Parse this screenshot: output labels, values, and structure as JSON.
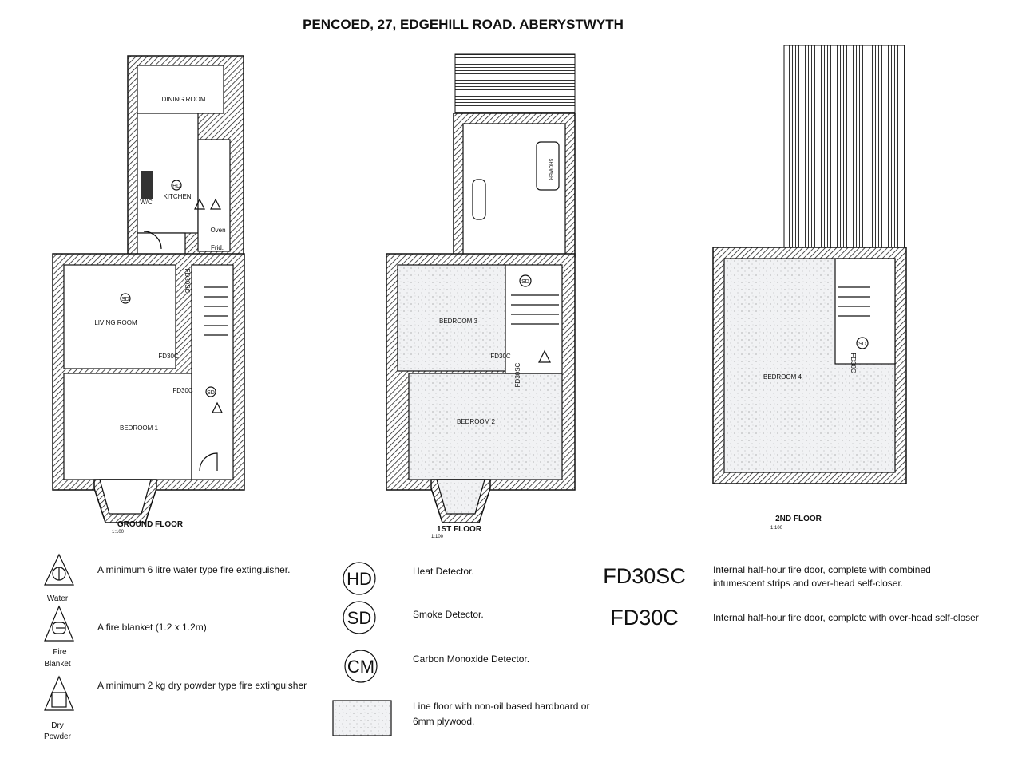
{
  "title": "PENCOED, 27, EDGEHILL ROAD. ABERYSTWYTH",
  "floors": {
    "ground": {
      "label": "GROUND FLOOR",
      "scale": "1:100",
      "rooms": {
        "dining": "DINING ROOM",
        "kitchen": "KITCHEN",
        "wc": "W/C",
        "living": "LIVING ROOM",
        "bedroom1": "BEDROOM 1"
      },
      "fixtures": {
        "oven": "Oven",
        "fridge": "Frid."
      },
      "markers": {
        "hd": "HD",
        "sd1": "SD",
        "sd2": "SD",
        "fd30sc": "FD30SC",
        "fd30c_1": "FD30C",
        "fd30c_2": "FD30C"
      }
    },
    "first": {
      "label": "1ST FLOOR",
      "scale": "1:100",
      "rooms": {
        "shower": "SHOWER",
        "bedroom3": "BEDROOM 3",
        "bedroom2": "BEDROOM 2"
      },
      "markers": {
        "sd": "SD",
        "fd30c": "FD30C",
        "fd30sc": "FD30SC"
      }
    },
    "second": {
      "label": "2ND FLOOR",
      "scale": "1:100",
      "rooms": {
        "bedroom4": "BEDROOM 4"
      },
      "markers": {
        "sd": "SD",
        "fd30c": "FD30C"
      }
    }
  },
  "legend": {
    "water": {
      "label": "Water",
      "desc": "A minimum 6 litre water type fire extinguisher."
    },
    "blanket": {
      "label1": "Fire",
      "label2": "Blanket",
      "desc": "A fire blanket (1.2 x 1.2m)."
    },
    "powder": {
      "label1": "Dry",
      "label2": "Powder",
      "desc": "A minimum  2 kg dry powder type fire extinguisher"
    },
    "hd": {
      "symbol": "HD",
      "desc": "Heat Detector."
    },
    "sd": {
      "symbol": "SD",
      "desc": "Smoke Detector."
    },
    "cm": {
      "symbol": "CM",
      "desc": "Carbon Monoxide Detector."
    },
    "floor": {
      "desc1": "Line floor with non-oil based hardboard or",
      "desc2": "6mm plywood."
    },
    "fd30sc": {
      "code": "FD30SC",
      "desc1": "Internal half-hour fire door, complete with combined",
      "desc2": "intumescent strips and over-head self-closer."
    },
    "fd30c": {
      "code": "FD30C",
      "desc": "Internal half-hour fire door, complete with over-head self-closer"
    }
  }
}
